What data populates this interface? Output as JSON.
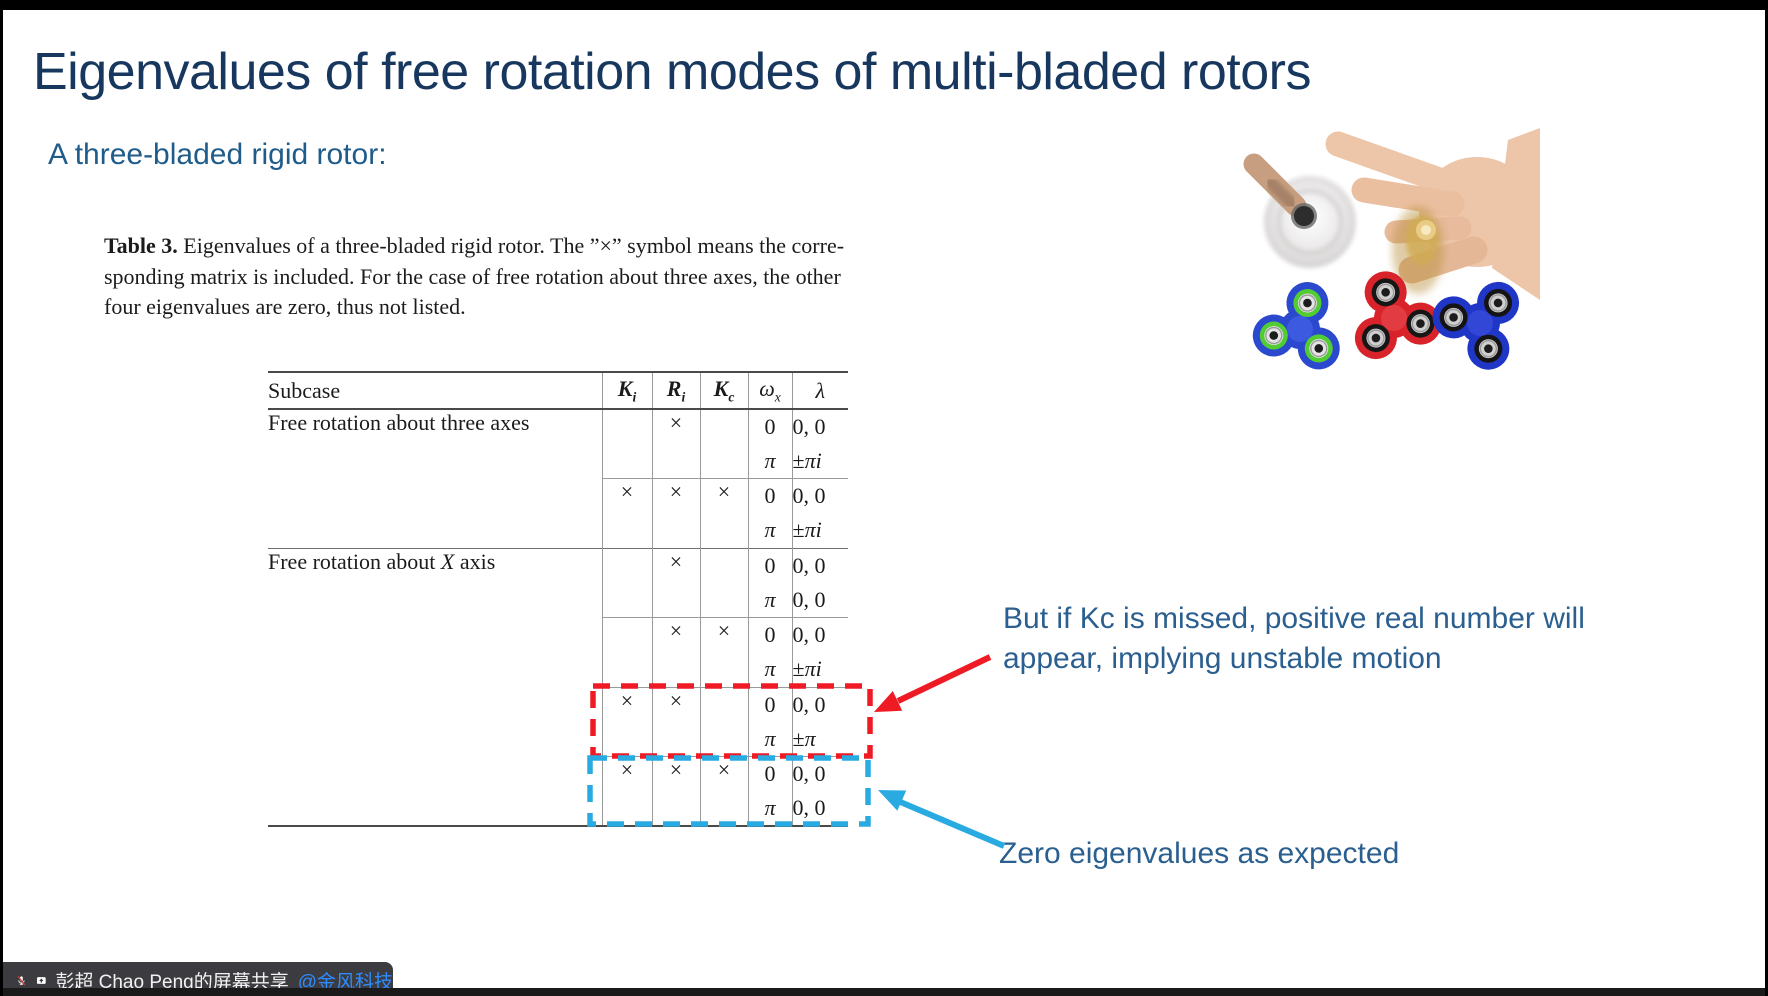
{
  "slide": {
    "title": "Eigenvalues of free rotation modes of multi-bladed rotors",
    "subtitle": "A three-bladed rigid rotor:"
  },
  "table_caption": {
    "line1_bold": "Table 3.",
    "line1_rest": " Eigenvalues of a three-bladed rigid rotor. The ”×” symbol means the corre-",
    "line2": "sponding matrix is included. For the case of free rotation about three axes, the other",
    "line3": "four eigenvalues are zero, thus not listed."
  },
  "table": {
    "cross": "×",
    "headers": [
      {
        "label": "Subcase"
      },
      {
        "base": "K",
        "sub": "i",
        "bold": true
      },
      {
        "base": "R",
        "sub": "i",
        "bold": true
      },
      {
        "base": "K",
        "sub": "c",
        "bold": true
      },
      {
        "base": "ω",
        "sub": "x",
        "bold": false
      },
      {
        "base": "λ",
        "sub": "",
        "bold": false
      }
    ],
    "groups": [
      {
        "subcase_pre": "Free rotation about three axes",
        "subcase_math": "",
        "subcase_post": "",
        "rows": [
          {
            "ki": false,
            "ri": true,
            "kc": false,
            "lines": [
              {
                "wx": "0",
                "lam": "0, 0"
              },
              {
                "wx": "π",
                "lam": "±πi"
              }
            ]
          },
          {
            "ki": true,
            "ri": true,
            "kc": true,
            "lines": [
              {
                "wx": "0",
                "lam": "0, 0"
              },
              {
                "wx": "π",
                "lam": "±πi"
              }
            ]
          }
        ]
      },
      {
        "subcase_pre": "Free rotation about ",
        "subcase_math": "X",
        "subcase_post": " axis",
        "rows": [
          {
            "ki": false,
            "ri": true,
            "kc": false,
            "lines": [
              {
                "wx": "0",
                "lam": "0, 0"
              },
              {
                "wx": "π",
                "lam": "0, 0"
              }
            ]
          },
          {
            "ki": false,
            "ri": true,
            "kc": true,
            "lines": [
              {
                "wx": "0",
                "lam": "0, 0"
              },
              {
                "wx": "π",
                "lam": "±πi"
              }
            ]
          },
          {
            "ki": true,
            "ri": true,
            "kc": false,
            "lines": [
              {
                "wx": "0",
                "lam": "0, 0"
              },
              {
                "wx": "π",
                "lam": "±π"
              }
            ],
            "box": "red"
          },
          {
            "ki": true,
            "ri": true,
            "kc": true,
            "lines": [
              {
                "wx": "0",
                "lam": "0, 0"
              },
              {
                "wx": "π",
                "lam": "0, 0"
              }
            ],
            "box": "blue"
          }
        ]
      }
    ]
  },
  "annotations": {
    "unstable_line1": "But if Kc is missed, positive real number will",
    "unstable_line2": "appear, implying unstable motion",
    "zero_eig": "Zero eigenvalues as expected"
  },
  "colors": {
    "title_navy": "#17375e",
    "annotation_blue": "#2a5f8f",
    "highlight_red": "#ee1b24",
    "highlight_blue": "#29abe2",
    "share_link_blue": "#2d8cff"
  },
  "share_bar": {
    "text": "彭超 Chao Peng的屏幕共享 ",
    "link": "@金风科技"
  }
}
